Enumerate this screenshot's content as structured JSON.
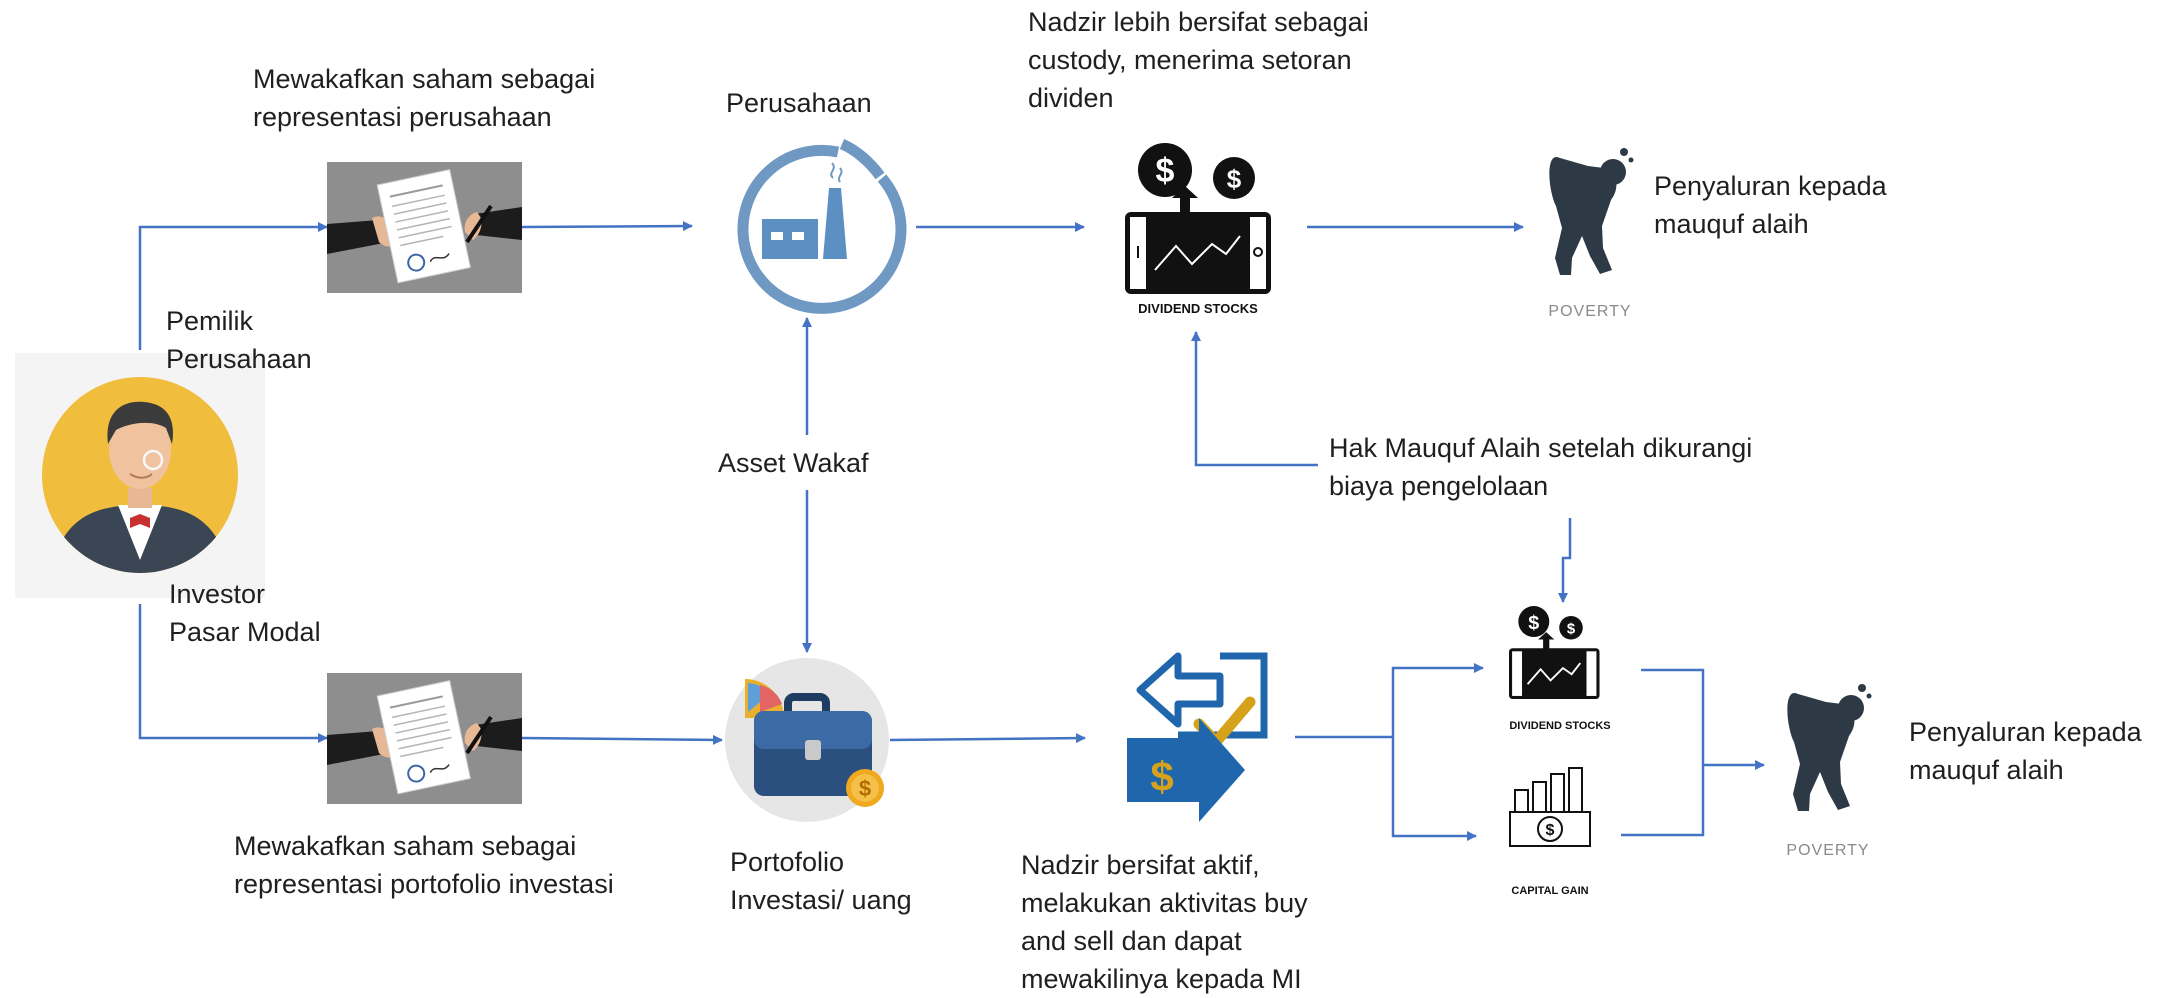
{
  "diagram": {
    "labels": {
      "mewakafkan_perusahaan": [
        "Mewakafkan saham sebagai",
        "representasi perusahaan"
      ],
      "perusahaan": "Perusahaan",
      "nadzir_custody": [
        "Nadzir lebih bersifat sebagai",
        "custody, menerima setoran",
        "dividen"
      ],
      "penyaluran_top": [
        "Penyaluran kepada",
        "mauquf alaih"
      ],
      "pemilik_perusahaan": [
        "Pemilik",
        "Perusahaan"
      ],
      "asset_wakaf": "Asset Wakaf",
      "hak_mauquf": [
        "Hak Mauquf Alaih setelah dikurangi",
        "biaya pengelolaan"
      ],
      "investor_pasar_modal": [
        "Investor",
        "Pasar Modal"
      ],
      "mewakafkan_portofolio": [
        "Mewakafkan saham sebagai",
        "representasi portofolio investasi"
      ],
      "portofolio_investasi": [
        "Portofolio",
        "Investasi/ uang"
      ],
      "nadzir_aktif": [
        "Nadzir bersifat aktif,",
        "melakukan aktivitas buy",
        "and sell dan dapat",
        "mewakilinya kepada MI"
      ],
      "penyaluran_bottom": [
        "Penyaluran kepada",
        "mauquf alaih"
      ]
    },
    "icon_captions": {
      "dividend_stocks_top": "DIVIDEND STOCKS",
      "dividend_stocks_bottom": "DIVIDEND STOCKS",
      "capital_gain": "CAPITAL GAIN",
      "poverty_top": "POVERTY",
      "poverty_bottom": "POVERTY"
    },
    "colors": {
      "arrow": "#4472c4",
      "factory_ring": "#6f98c3",
      "briefcase": "#2b4f7e",
      "exchange_blue": "#1f66ad",
      "check_gold": "#d6a21b",
      "avatar_bg": "#f1bd3d"
    }
  }
}
